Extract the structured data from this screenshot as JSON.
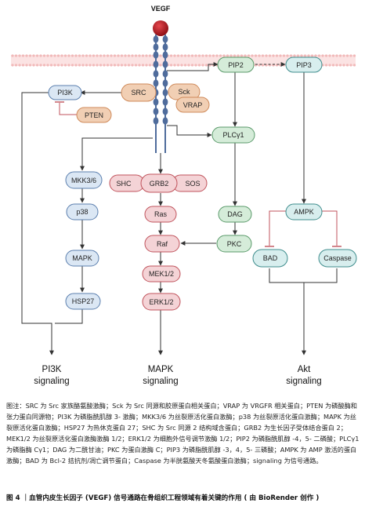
{
  "ligand": {
    "label": "VEGF"
  },
  "nodes": {
    "pi3k": "PI3K",
    "src": "SRC",
    "sck": "Sck",
    "vrap": "VRAP",
    "pten": "PTEN",
    "pip2": "PIP2",
    "pip3": "PIP3",
    "plcg1": "PLCγ1",
    "mkk36": "MKK3/6",
    "p38": "p38",
    "mapk": "MAPK",
    "hsp27": "HSP27",
    "shc": "SHC",
    "grb2": "GRB2",
    "sos": "SOS",
    "ras": "Ras",
    "raf": "Raf",
    "mek12": "MEK1/2",
    "erk12": "ERK1/2",
    "dag": "DAG",
    "pkc": "PKC",
    "ampk": "AMPK",
    "bad": "BAD",
    "caspase": "Caspase"
  },
  "outputs": {
    "pi3k_line1": "PI3K",
    "pi3k_line2": "signaling",
    "mapk_line1": "MAPK",
    "mapk_line2": "signaling",
    "akt_line1": "Akt",
    "akt_line2": "signaling"
  },
  "legend": "图注：SRC 为 Src 家族酪氨酸激酶；Sck 为 Src 同源和胶原蛋白相关蛋白；VRAP 为 VRGFR 相关蛋白；PTEN 为磷酸酶和张力蛋白同源物；PI3K 为磷脂酰肌醇 3- 激酶；MKK3/6 为丝裂原活化蛋白激酶；p38 为丝裂原活化蛋白激酶；MAPK 为丝裂原活化蛋白激酶；HSP27 为热休克蛋白 27；SHC 为 Src 同源 2 结构域含蛋白；GRB2 为生长因子受体结合蛋白 2；MEK1/2 为丝裂原活化蛋白激酶激酶 1/2；ERK1/2 为细胞外信号调节激酶 1/2；PIP2 为磷脂酰肌醇 -4，5- 二磷酸；PLCγ1 为磷脂酶 Cγ1；DAG 为二酰甘油；PKC 为蛋白激酶 C；PIP3 为磷脂酰肌醇 -3，4，5- 三磷酸；AMPK 为 AMP 激活的蛋白激酶；BAD 为 Bcl-2 拮抗剂/凋亡调节蛋白；Caspase 为半胱氨酸天冬氨酸蛋白激酶；signaling 为信号通路。",
  "caption": "图 4 ｜血管内皮生长因子 (VEGF) 信号通路在骨组织工程领域有着关键的作用 ( 由 BioRender 创作 )",
  "colors": {
    "blue_fill": "#dbe7f4",
    "blue_stroke": "#5b7fae",
    "orange_fill": "#f1cfb4",
    "orange_stroke": "#cf8a5a",
    "red_fill": "#f4d3d6",
    "red_stroke": "#c0535c",
    "green_fill": "#d5ecd9",
    "green_stroke": "#5a9a6a",
    "teal_fill": "#d8eeee",
    "teal_stroke": "#3f8d8d",
    "membrane": "#f1b9b9",
    "receptor": "#4f6c9c",
    "vegf": "#b3151c"
  }
}
